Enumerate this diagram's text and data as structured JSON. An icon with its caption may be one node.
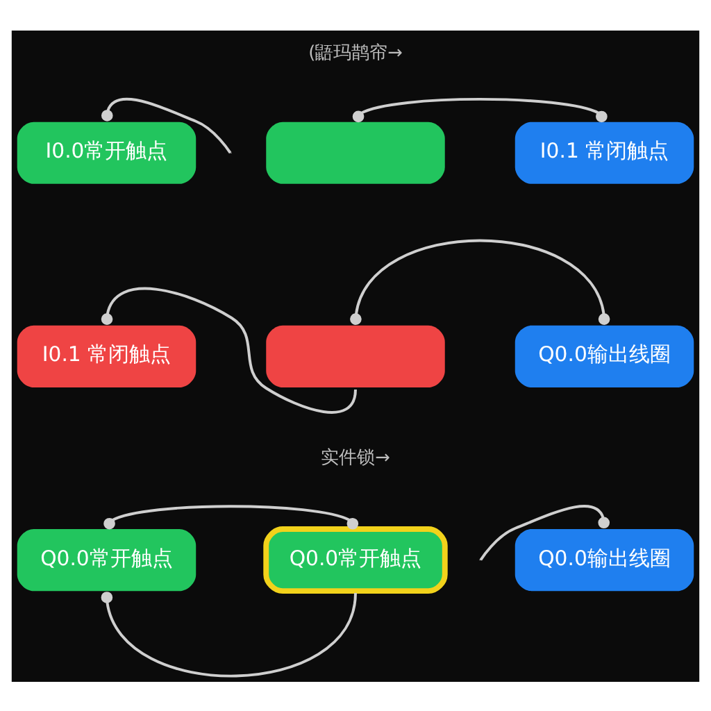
{
  "diagram": {
    "nodes": [
      {
        "text": [
          "I0.0常开触点"
        ]
      },
      {
        "text": [],
        "shape": "box"
      },
      {
        "text": [
          "I0.1 常闭触点"
        ]
      },
      {
        "text": [
          "I0.1 常闭触点"
        ]
      },
      {
        "text": [],
        "shape": "box"
      },
      {
        "text": [
          "Q0.0输出线圈"
        ]
      },
      {
        "text": [
          "Q0.0常开触点"
        ]
      },
      {
        "text": [
          "Q0.0常开触点"
        ]
      },
      {
        "text": [
          "Q0.0输出线圈"
        ]
      }
    ],
    "edges": [
      {
        "from": 0,
        "to": null,
        "arrow": "other"
      },
      {
        "from": 1,
        "to": 2,
        "arrow": "other"
      },
      {
        "from": 3,
        "to": 4,
        "arrow": "other"
      },
      {
        "from": 4,
        "to": 5,
        "arrow": "other"
      },
      {
        "from": 6,
        "to": 7,
        "arrow": "other"
      },
      {
        "from": 6,
        "to": 7,
        "arrow": "other"
      },
      {
        "from": null,
        "to": 8,
        "arrow": "other"
      }
    ],
    "labels": [
      "(鼯玛鹊帘→",
      "实件锁→"
    ]
  }
}
